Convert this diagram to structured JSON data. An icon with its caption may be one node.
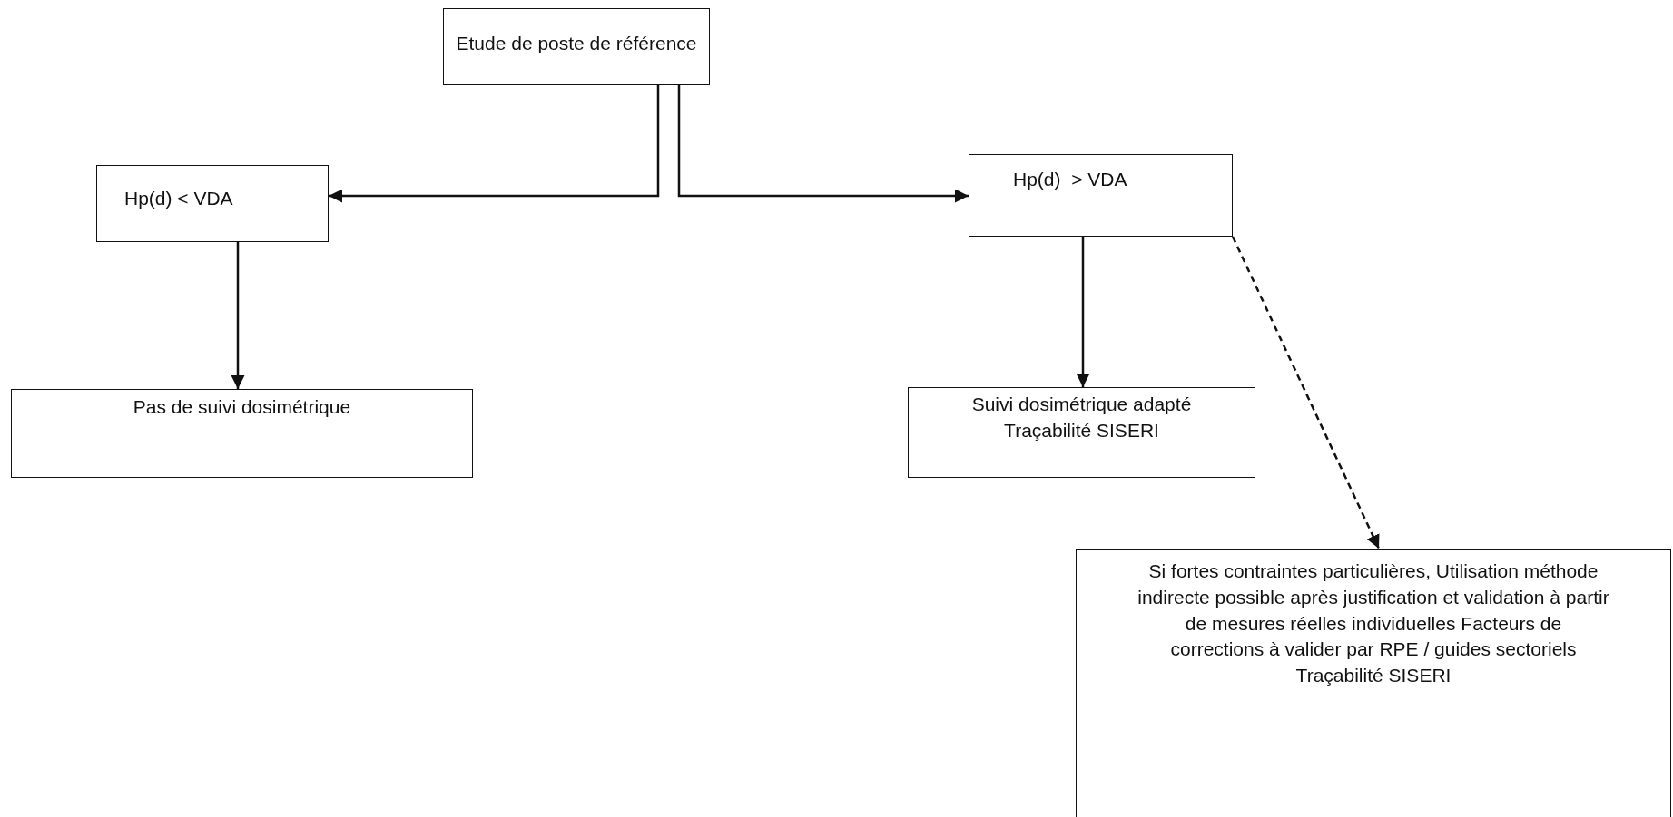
{
  "diagram": {
    "nodes": [
      {
        "text": [
          "Etude de poste de référence"
        ]
      },
      {
        "text": [
          "Hp(d) < VDA"
        ]
      },
      {
        "text": [
          "Hp(d)  > VDA"
        ]
      },
      {
        "text": [
          "Pas de suivi dosimétrique"
        ]
      },
      {
        "text": [
          "Suivi dosimétrique adapté Traçabilité SISERI"
        ]
      },
      {
        "text": [
          "Si fortes contraintes particulières, Utilisation méthode indirecte possible après justification et validation à partir de mesures réelles individuelles Facteurs de corrections à valider par RPE / guides sectoriels Traçabilité SISERI"
        ]
      }
    ],
    "edges": [
      {
        "from": 0,
        "to": 1,
        "arrow": "to"
      },
      {
        "from": 0,
        "to": 2,
        "arrow": "to"
      },
      {
        "from": 1,
        "to": 3,
        "arrow": "to"
      },
      {
        "from": 2,
        "to": 4,
        "arrow": "to"
      },
      {
        "from": 2,
        "to": 5,
        "arrow": "to",
        "style": "dashed"
      }
    ]
  }
}
